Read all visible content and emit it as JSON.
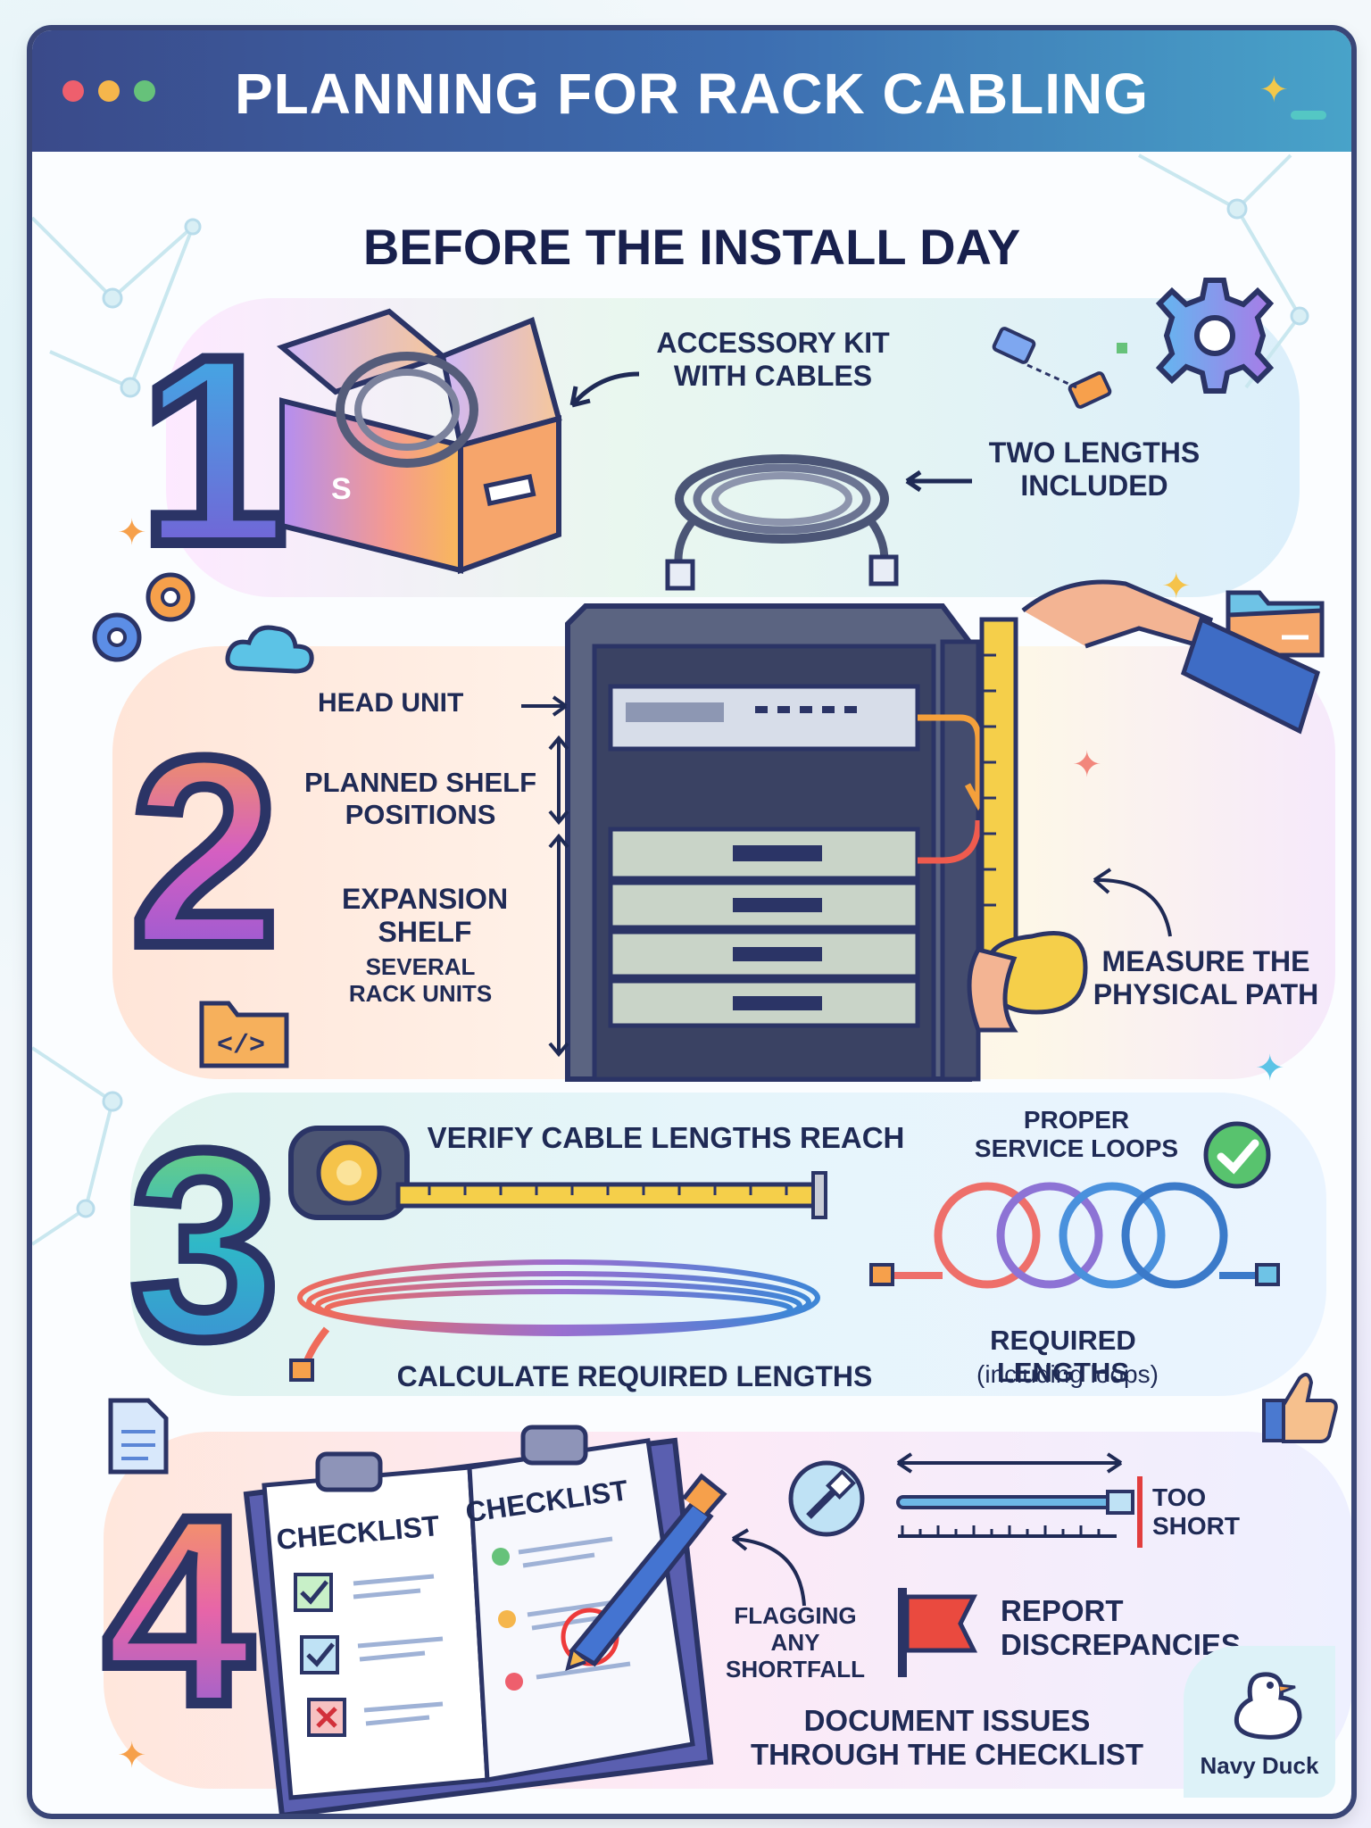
{
  "window": {
    "title": "PLANNING FOR RACK CABLING",
    "dots": [
      "#ee5f6d",
      "#f5b64c",
      "#66c27a"
    ]
  },
  "subtitle": "BEFORE THE INSTALL DAY",
  "steps": [
    {
      "number": "1",
      "labels": {
        "kit": "ACCESSORY KIT WITH CABLES",
        "lengths": "TWO LENGTHS INCLUDED"
      }
    },
    {
      "number": "2",
      "labels": {
        "head_unit": "HEAD UNIT",
        "planned": "PLANNED SHELF POSITIONS",
        "expansion": "EXPANSION SHELF",
        "several": "SEVERAL RACK UNITS",
        "measure": "MEASURE THE PHYSICAL PATH"
      }
    },
    {
      "number": "3",
      "labels": {
        "verify": "VERIFY CABLE LENGTHS REACH",
        "calculate": "CALCULATE REQUIRED LENGTHS",
        "service": "PROPER SERVICE LOOPS",
        "required": "REQUIRED LENGTHS",
        "including": "(including loops)"
      }
    },
    {
      "number": "4",
      "labels": {
        "checklist_left": "CHECKLIST",
        "checklist_right": "CHECKLIST",
        "flagging": "FLAGGING ANY SHORTFALL",
        "too_short": "TOO SHORT",
        "report": "REPORT DISCREPANCIES",
        "document": "DOCUMENT ISSUES THROUGH THE CHECKLIST"
      }
    }
  ],
  "credit": "Navy Duck",
  "icons": [
    "gear-icon",
    "folder-icon",
    "cloud-icon",
    "code-folder-icon",
    "document-icon",
    "thumbs-up-icon",
    "checkmark-icon",
    "flag-icon",
    "pen-icon",
    "duck-icon",
    "tape-measure-icon",
    "box-icon",
    "cable-coil-icon",
    "rack-icon",
    "clipboard-icon"
  ]
}
